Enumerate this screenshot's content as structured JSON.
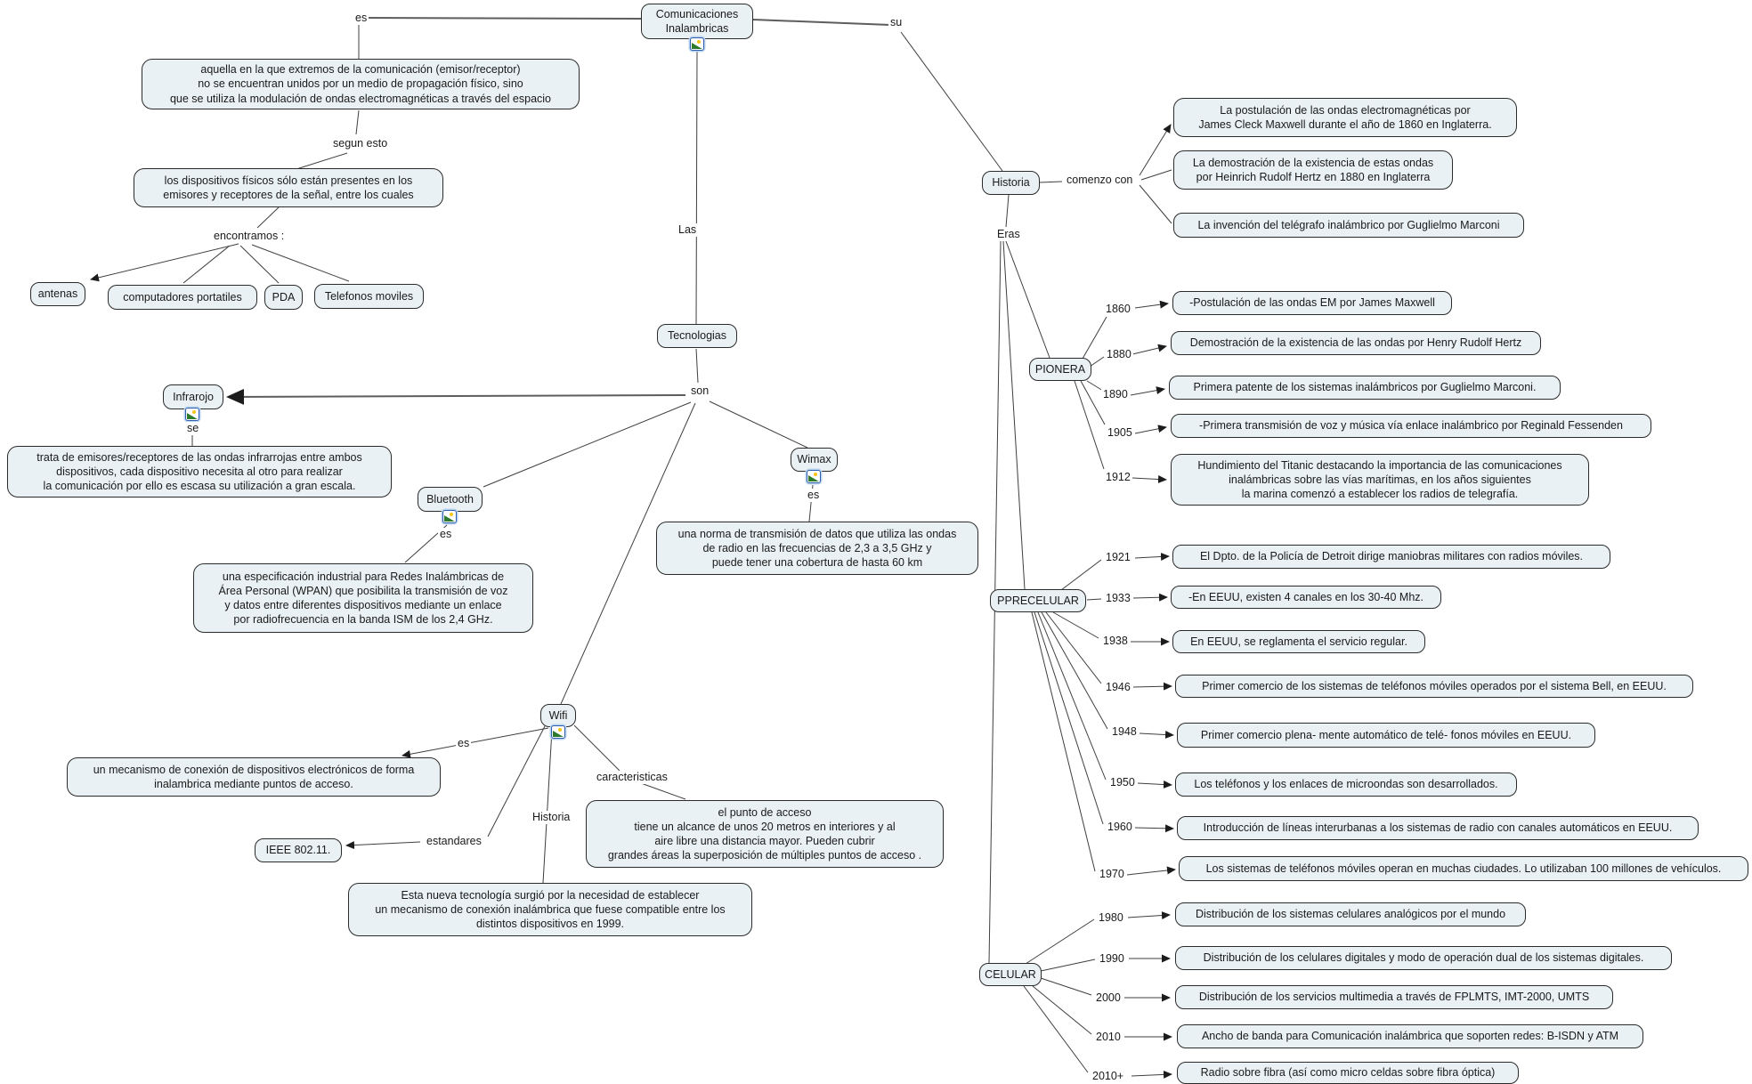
{
  "root": {
    "label": "Comunicaciones Inalambricas"
  },
  "connectors": {
    "es_root": "es",
    "segun_esto": "segun esto",
    "encontramos": "encontramos :",
    "las": "Las",
    "son": "son",
    "se_infrarojo": "se",
    "es_bluetooth": "es",
    "es_wimax": "es",
    "es_wifi": "es",
    "caracteristicas": "caracteristicas",
    "historia_wifi": "Historia",
    "estandares": "estandares",
    "su": "su",
    "comenzo_con": "comenzo con",
    "eras": "Eras"
  },
  "definitions": {
    "root_def": "aquella en la que extremos de la comunicación (emisor/receptor)\nno se encuentran unidos por un medio de propagación físico, sino\nque se utiliza la modulación de ondas electromagnéticas a través del espacio",
    "dispositivos": "los dispositivos físicos sólo están presentes en los\nemisores y receptores de la señal, entre los cuales",
    "infrarojo": "trata de emisores/receptores de las ondas infrarrojas entre ambos\ndispositivos, cada dispositivo necesita al otro para realizar\nla comunicación por ello es escasa su utilización a gran escala.",
    "bluetooth": "una especificación industrial para Redes Inalámbricas de\nÁrea Personal (WPAN) que posibilita la transmisión de voz\ny datos entre diferentes dispositivos mediante un enlace\npor radiofrecuencia en la banda ISM de los 2,4 GHz.",
    "wimax": "una norma de transmisión de datos que utiliza las ondas\nde radio en las frecuencias de 2,3 a 3,5 GHz y\npuede tener una cobertura de hasta 60 km",
    "wifi_es": "un mecanismo de conexión de dispositivos electrónicos de forma\ninalambrica mediante puntos de acceso.",
    "wifi_caracteristicas": "el punto de acceso\ntiene un alcance de unos 20 metros en  interiores y al\naire libre una distancia mayor. Pueden cubrir\ngrandes áreas la superposición de múltiples puntos de acceso .",
    "wifi_historia": "Esta nueva tecnología surgió por la necesidad de establecer\nun mecanismo de conexión inalámbrica que fuese compatible entre los\ndistintos dispositivos en 1999."
  },
  "devices": [
    "antenas",
    "computadores portatiles",
    "PDA",
    "Telefonos moviles"
  ],
  "tecnologias": {
    "label": "Tecnologias",
    "infrarojo": "Infrarojo",
    "bluetooth": "Bluetooth",
    "wimax": "Wimax",
    "wifi": "Wifi",
    "estandar": "IEEE 802.11."
  },
  "historia": {
    "label": "Historia",
    "events": [
      "La postulación de las ondas electromagnéticas por\nJames Cleck Maxwell durante el año de 1860 en Inglaterra.",
      "La demostración de la existencia de estas ondas\npor Heinrich Rudolf Hertz en 1880 en Inglaterra",
      "La invención del telégrafo inalámbrico por Guglielmo Marconi"
    ]
  },
  "eras": {
    "pionera": {
      "label": "PIONERA",
      "items": [
        {
          "year": "1860",
          "text": "-Postulación de las ondas EM por James Maxwell"
        },
        {
          "year": "1880",
          "text": "Demostración de la existencia de las ondas por Henry Rudolf Hertz"
        },
        {
          "year": "1890",
          "text": "Primera patente de los sistemas inalámbricos por Guglielmo Marconi."
        },
        {
          "year": "1905",
          "text": "-Primera transmisión de voz y música vía enlace inalámbrico por Reginald Fessenden"
        },
        {
          "year": "1912",
          "text": "Hundimiento del Titanic destacando la importancia de las comunicaciones\ninalámbricas sobre las vías marítimas, en los años siguientes\nla marina comenzó a establecer los radios de telegrafía."
        }
      ]
    },
    "pprecelular": {
      "label": "PPRECELULAR",
      "items": [
        {
          "year": "1921",
          "text": "El Dpto. de la Policía de Detroit dirige maniobras militares con radios móviles."
        },
        {
          "year": "1933",
          "text": "-En EEUU, existen 4 canales en los 30-40 Mhz."
        },
        {
          "year": "1938",
          "text": "En EEUU, se reglamenta el servicio regular."
        },
        {
          "year": "1946",
          "text": "Primer comercio de los sistemas de teléfonos móviles operados por el sistema Bell, en EEUU."
        },
        {
          "year": "1948",
          "text": "Primer comercio plena- mente automático de telé- fonos móviles en EEUU."
        },
        {
          "year": "1950",
          "text": "Los teléfonos y los enlaces de microondas son desarrollados."
        },
        {
          "year": "1960",
          "text": "Introducción de líneas interurbanas a los sistemas de radio con canales automáticos en EEUU."
        },
        {
          "year": "1970",
          "text": "Los sistemas de teléfonos móviles operan en muchas ciudades. Lo utilizaban 100 millones de vehículos."
        }
      ]
    },
    "celular": {
      "label": "CELULAR",
      "items": [
        {
          "year": "1980",
          "text": "Distribución de los sistemas celulares analógicos por el mundo"
        },
        {
          "year": "1990",
          "text": "Distribución de los celulares digitales y modo de operación dual de los sistemas digitales."
        },
        {
          "year": "2000",
          "text": "Distribución de los servicios multimedia a través de FPLMTS, IMT-2000, UMTS"
        },
        {
          "year": "2010",
          "text": "Ancho de banda para Comunicación inalámbrica que soporten redes: B-ISDN y ATM"
        },
        {
          "year": "2010+",
          "text": "Radio sobre fibra (así como micro celdas sobre fibra óptica)"
        }
      ]
    }
  },
  "colors": {
    "node_fill": "#e9f1f4",
    "node_border": "#2b2b2b",
    "line": "#3f3f3f"
  }
}
